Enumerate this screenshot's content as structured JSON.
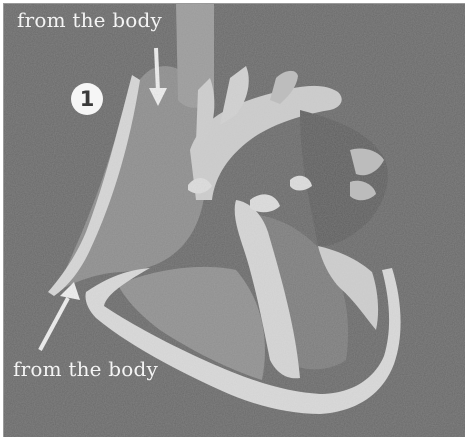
{
  "labels": {
    "top": "from the body",
    "bottom": "from the body",
    "number": "1"
  }
}
